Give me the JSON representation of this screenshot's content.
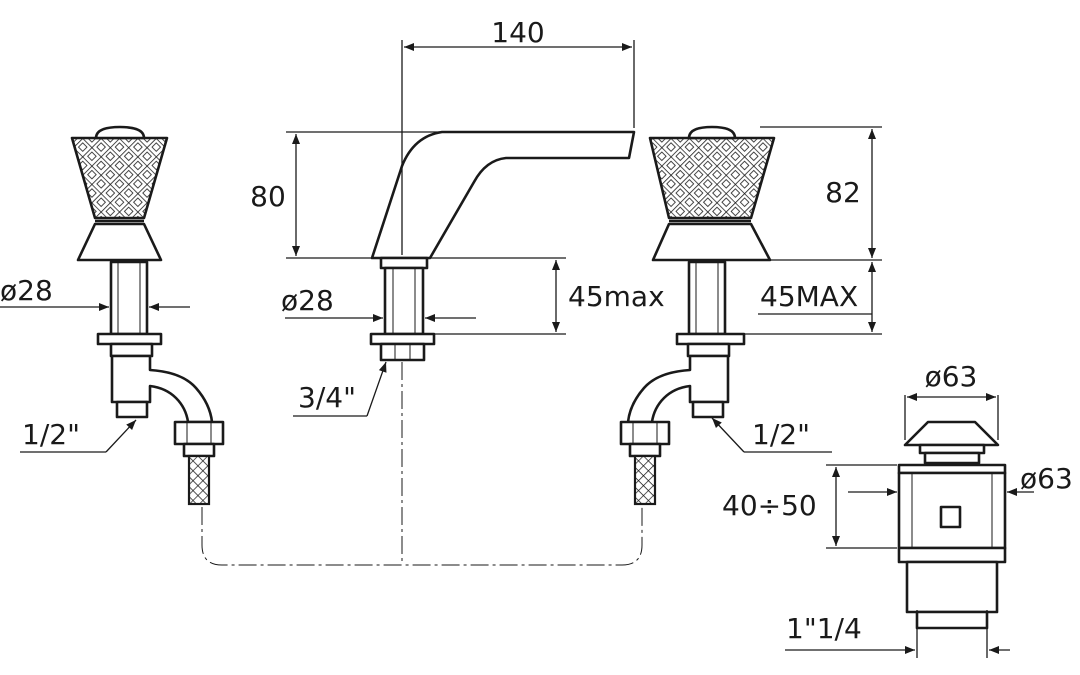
{
  "dimensions": {
    "spout_width": "140",
    "spout_height": "80",
    "handle_height": "82",
    "left_diameter": "ø28",
    "spout_diameter": "ø28",
    "spout_max": "45max",
    "right_max": "45MAX",
    "spout_thread": "3/4\"",
    "left_thread": "1/2\"",
    "right_thread": "1/2\"",
    "drain_cap_diameter": "ø63",
    "drain_body_diameter": "ø63",
    "drain_range": "40÷50",
    "drain_thread": "1\"1/4"
  },
  "colors": {
    "line": "#1a1a1a",
    "background": "#ffffff"
  }
}
